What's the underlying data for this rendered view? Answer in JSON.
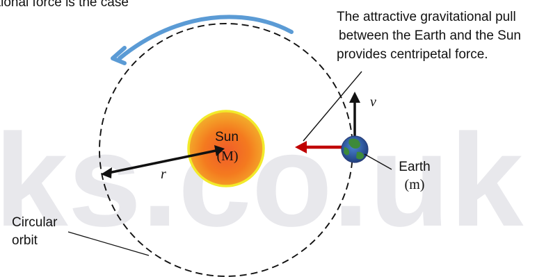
{
  "top_fragment": "tational force is the case",
  "watermark": "ks.co.uk",
  "labels": {
    "gravity_note_line1": "The attractive gravitational pull",
    "gravity_note_line2": "between the Earth and the Sun",
    "gravity_note_line3": "provides centripetal force.",
    "sun_name": "Sun",
    "sun_mass": "(M)",
    "earth_name": "Earth",
    "earth_mass": "(m)",
    "velocity_symbol": "v",
    "radius_symbol": "r",
    "orbit_line1": "Circular",
    "orbit_line2": "orbit"
  },
  "colors": {
    "orbit_line": "#111111",
    "rotation_arrow": "#5b9bd5",
    "force_arrow": "#c00000",
    "sun_fill_center": "#f47a1f",
    "sun_fill_edge": "#f3b12c",
    "sun_outline": "#f2ea2b",
    "earth_ocean": "#2f5aa5",
    "earth_land": "#3d8a3a",
    "watermark": "#e8e8ec"
  }
}
